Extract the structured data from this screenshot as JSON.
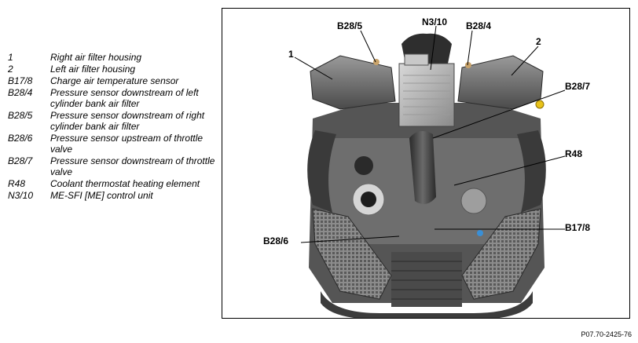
{
  "legend": [
    {
      "code": "1",
      "desc": "Right air filter housing"
    },
    {
      "code": "2",
      "desc": "Left air filter housing"
    },
    {
      "code": "B17/8",
      "desc": "Charge air temperature sensor"
    },
    {
      "code": "B28/4",
      "desc": "Pressure sensor downstream of left cylinder bank air filter"
    },
    {
      "code": "B28/5",
      "desc": "Pressure sensor downstream of right cylinder bank air filter"
    },
    {
      "code": "B28/6",
      "desc": "Pressure sensor upstream of throttle valve"
    },
    {
      "code": "B28/7",
      "desc": "Pressure sensor downstream of throttle valve"
    },
    {
      "code": "R48",
      "desc": "Coolant thermostat heating element"
    },
    {
      "code": "N3/10",
      "desc": "ME-SFI [ME] control unit"
    }
  ],
  "callouts": {
    "c1": "1",
    "c2": "2",
    "b28_5": "B28/5",
    "n3_10": "N3/10",
    "b28_4": "B28/4",
    "b28_7": "B28/7",
    "r48": "R48",
    "b17_8": "B17/8",
    "b28_6": "B28/6"
  },
  "figure_ref": "P07.70-2425-76",
  "colors": {
    "engine_dark": "#3a3a3a",
    "engine_mid": "#7a7a7a",
    "engine_light": "#b5b5b5",
    "sensor_yellow": "#e8c21a",
    "sensor_blue": "#3a8fd6"
  }
}
